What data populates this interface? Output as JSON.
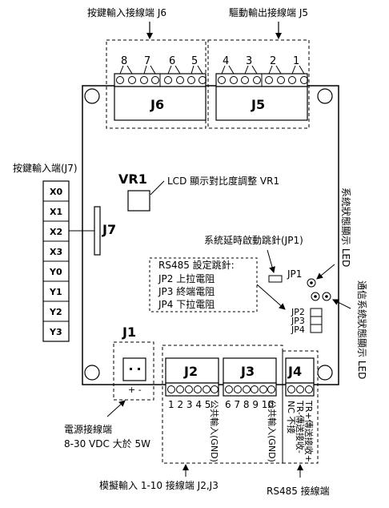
{
  "connectors": {
    "j6_title": "按鍵輸入接線端 J6",
    "j5_title": "驅動輸出接線端 J5",
    "j6": "J6",
    "j5": "J5",
    "j6_pins": [
      "8",
      "7",
      "6",
      "5"
    ],
    "j5_pins": [
      "4",
      "3",
      "2",
      "1"
    ],
    "j1": "J1",
    "j1_polarity": "+ -",
    "j2": "J2",
    "j3": "J3",
    "j4": "J4",
    "j7": "J7",
    "vr1": "VR1"
  },
  "j7_inputs": {
    "title": "按鍵輸入端(J7)",
    "labels": [
      "X0",
      "X1",
      "X2",
      "X3",
      "Y0",
      "Y1",
      "Y2",
      "Y3"
    ]
  },
  "annotations": {
    "lcd_contrast": "LCD  顯示對比度調整 VR1",
    "system_led": "系統狀態顯示 LED",
    "comm_led": "通信系統狀態顯示 LED",
    "jp1_desc": "系統延時啟動跳針(JP1)",
    "jp1": "JP1",
    "jp2": "JP2",
    "jp3": "JP3",
    "jp4": "JP4",
    "rs485_settings": [
      "RS485 設定跳針:",
      "JP2 上拉電阻",
      "JP3 終端電阻",
      "JP4 下拉電阻"
    ],
    "power_terminal": [
      "電源接線端",
      "8-30 VDC 大於 5W"
    ],
    "analog_input": "模擬輸入 1-10 接線端 J2,J3",
    "rs485_terminal": "RS485 接線端"
  },
  "analog_pins": {
    "j2": "1 2 3 4 5",
    "j2_common": "公共輸入(GND)",
    "j3": "6 7 8 9 10",
    "j3_common": "公共輸入(GND)"
  },
  "rs485_pins": [
    "TR+傳送接收+",
    "TR-傳送接收-",
    "NC 不接"
  ]
}
